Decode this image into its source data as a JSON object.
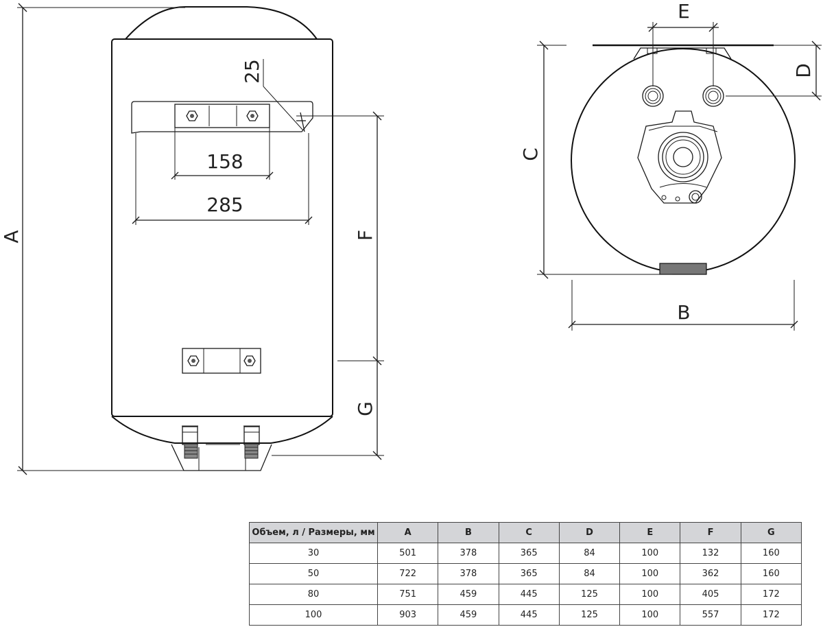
{
  "dimensions": {
    "a": "A",
    "b": "B",
    "c": "C",
    "d": "D",
    "e": "E",
    "f": "F",
    "g": "G",
    "d25": "25",
    "d158": "158",
    "d285": "285"
  },
  "table": {
    "headers": [
      "Объем, л / Размеры, мм",
      "A",
      "B",
      "C",
      "D",
      "E",
      "F",
      "G"
    ],
    "rows": [
      [
        "30",
        "501",
        "378",
        "365",
        "84",
        "100",
        "132",
        "160"
      ],
      [
        "50",
        "722",
        "378",
        "365",
        "84",
        "100",
        "362",
        "160"
      ],
      [
        "80",
        "751",
        "459",
        "445",
        "125",
        "100",
        "405",
        "172"
      ],
      [
        "100",
        "903",
        "459",
        "445",
        "125",
        "100",
        "557",
        "172"
      ]
    ]
  }
}
